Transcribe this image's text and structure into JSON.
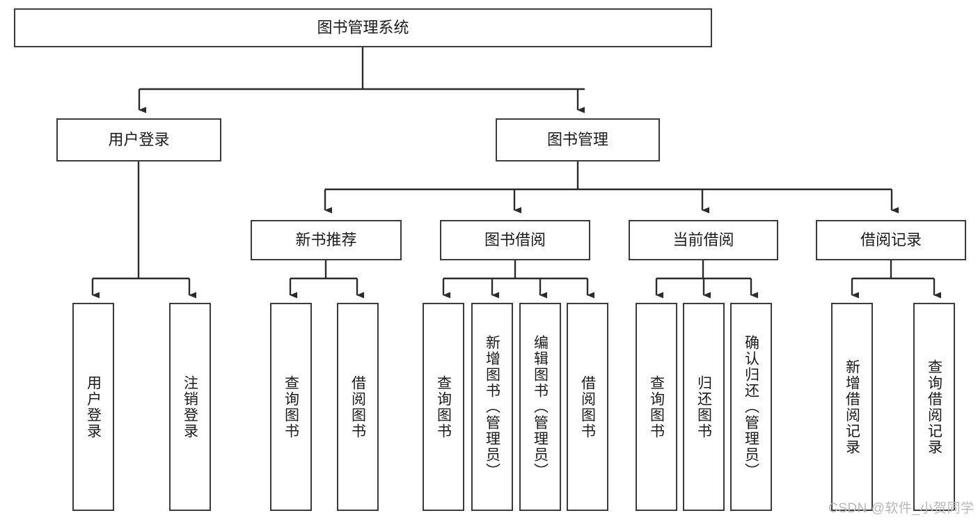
{
  "diagram": {
    "type": "hierarchy-tree",
    "title": "图书管理系统",
    "orientation": "top-down",
    "colors": {
      "box_border": "#3b3b3b",
      "box_fill": "#ffffff",
      "edge": "#2b2b2b",
      "text": "#1b1b1b",
      "background": "#ffffff",
      "watermark": "#b8b8b8"
    },
    "levels": {
      "root": {
        "label": "图书管理系统"
      },
      "level2": [
        {
          "label": "用户登录"
        },
        {
          "label": "图书管理"
        }
      ],
      "level3": [
        {
          "label": "新书推荐"
        },
        {
          "label": "图书借阅"
        },
        {
          "label": "当前借阅"
        },
        {
          "label": "借阅记录"
        }
      ],
      "leaves": {
        "user_login": [
          {
            "label": "用户登录"
          },
          {
            "label": "注销登录"
          }
        ],
        "new_book_recommend": [
          {
            "label": "查询图书"
          },
          {
            "label": "借阅图书"
          }
        ],
        "book_borrow": [
          {
            "label": "查询图书"
          },
          {
            "label": "新增图书（管理员）"
          },
          {
            "label": "编辑图书（管理员）"
          },
          {
            "label": "借阅图书"
          }
        ],
        "current_borrow": [
          {
            "label": "查询图书"
          },
          {
            "label": "归还图书"
          },
          {
            "label": "确认归还（管理员）"
          }
        ],
        "borrow_record": [
          {
            "label": "新增借阅记录"
          },
          {
            "label": "查询借阅记录"
          }
        ]
      }
    },
    "watermark": "CSDN @软件_小贺同学"
  }
}
